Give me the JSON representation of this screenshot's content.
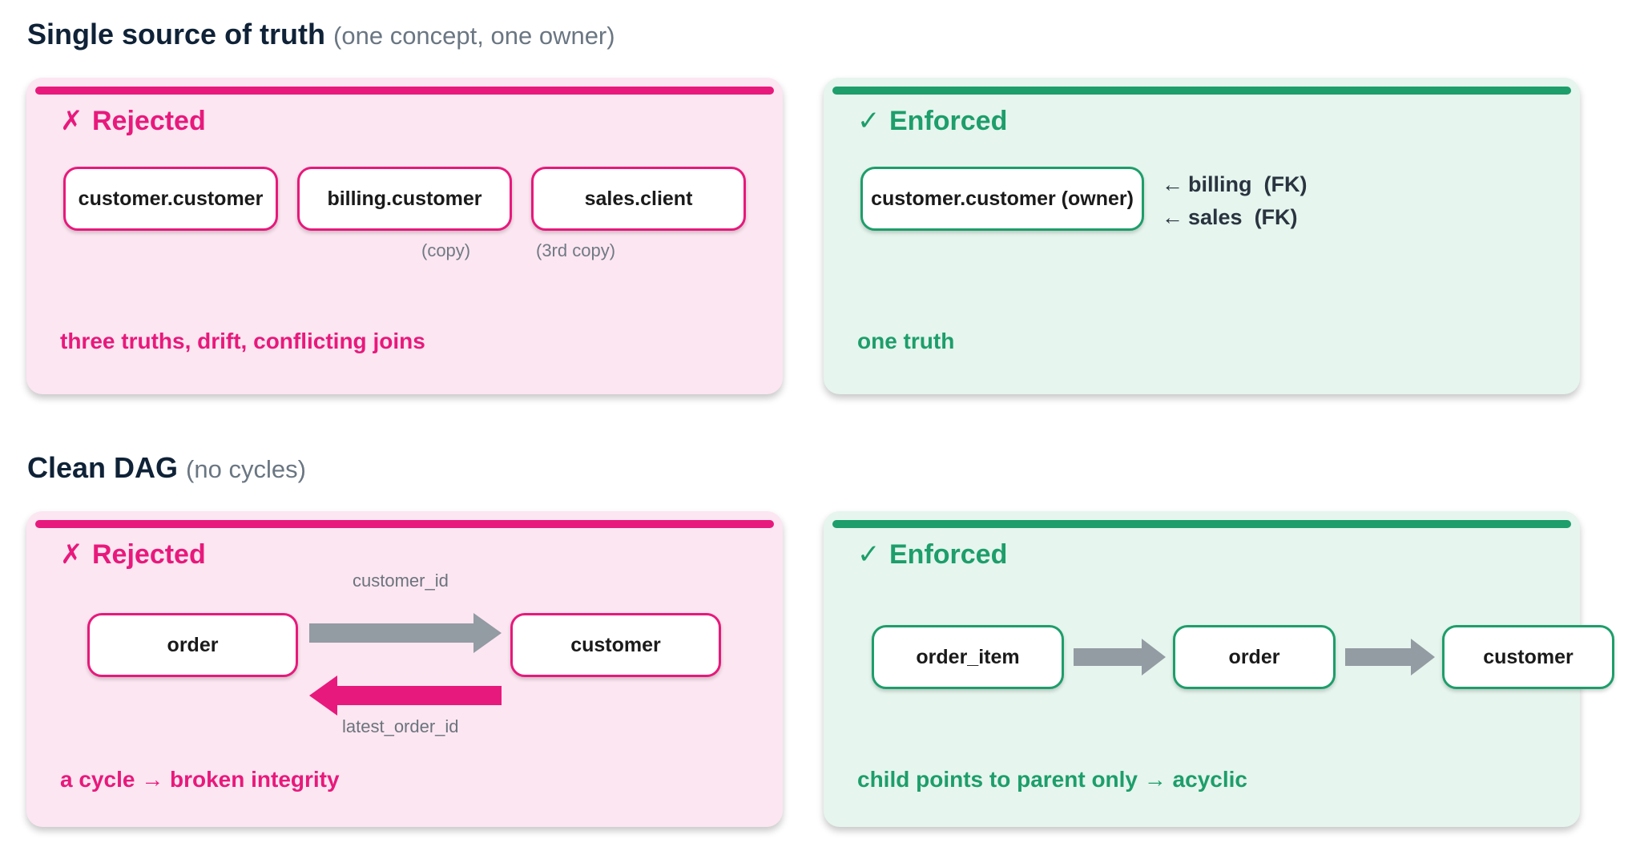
{
  "sections": [
    {
      "title": "Single source of truth",
      "subtitle": "(one concept, one owner)",
      "rejected": {
        "mark": "✗",
        "heading": "Rejected",
        "nodes": [
          "customer.customer",
          "billing.customer",
          "sales.client"
        ],
        "notes": [
          "(copy)",
          "(3rd copy)"
        ],
        "footer": "three truths, drift, conflicting joins"
      },
      "enforced": {
        "mark": "✓",
        "heading": "Enforced",
        "node": "customer.customer (owner)",
        "refs": [
          {
            "arrow": "←",
            "text": "billing  (FK)"
          },
          {
            "arrow": "←",
            "text": "sales  (FK)"
          }
        ],
        "footer": "one truth"
      }
    },
    {
      "title": "Clean DAG",
      "subtitle": "(no cycles)",
      "rejected": {
        "mark": "✗",
        "heading": "Rejected",
        "nodes": [
          "order",
          "customer"
        ],
        "edge_labels": [
          "customer_id",
          "latest_order_id"
        ],
        "footer": "a cycle → broken integrity"
      },
      "enforced": {
        "mark": "✓",
        "heading": "Enforced",
        "nodes": [
          "order_item",
          "order",
          "customer"
        ],
        "footer": "child points to parent only → acyclic"
      }
    }
  ],
  "colors": {
    "rejected": "#e8197c",
    "enforced": "#1d9e6a",
    "arrow_gray": "#939ba3"
  }
}
